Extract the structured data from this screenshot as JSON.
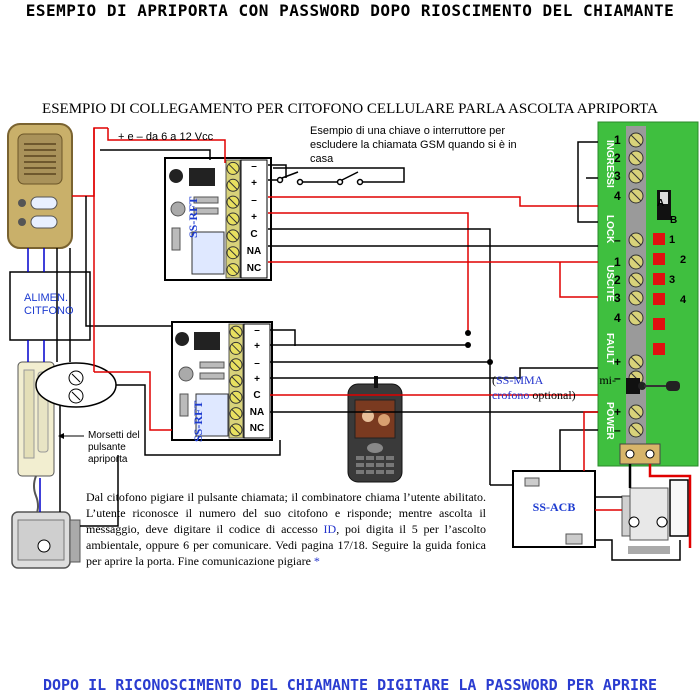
{
  "banner_top": "ESEMPIO DI APRIPORTA CON PASSWORD DOPO RIOSCIMENTO DEL CHIAMANTE",
  "subtitle": "ESEMPIO DI COLLEGAMENTO PER CITOFONO CELLULARE PARLA ASCOLTA APRIPORTA",
  "power_label": "+ e – da 6 a 12 Vcc",
  "switch_note": "Esempio di una chiave o interruttore per escludere la chiamata GSM quando si è in casa",
  "alimentatore": [
    "ALIMEN.",
    "CITFONO"
  ],
  "morsetti_label": [
    "Morsetti del",
    "pulsante",
    "apriporta"
  ],
  "module_upper": {
    "name": "SS-RFT",
    "terminals": [
      "–",
      "+",
      "–",
      "+",
      "C",
      "NA",
      "NC"
    ]
  },
  "module_lower": {
    "name": "SS-RFT",
    "terminals": [
      "–",
      "+",
      "–",
      "+",
      "C",
      "NA",
      "NC"
    ]
  },
  "acb_label": "SS-ACB",
  "mma_note": {
    "name": "SS-MMA",
    "word1": "mi-",
    "word2": "crofono",
    "word3": "optional)"
  },
  "board": {
    "sections": [
      "INGRESSI",
      "LOCK",
      "USCITE",
      "FAULT",
      "POWER"
    ],
    "terminal_numbers": [
      "1",
      "2",
      "3",
      "4",
      "–",
      "1",
      "2",
      "3",
      "4",
      "+",
      "–",
      "+",
      "–"
    ],
    "switch_labels": [
      "A",
      "B"
    ],
    "led_numbers": [
      "1",
      "2",
      "3",
      "4"
    ],
    "colors": {
      "board": "#3fbf3f",
      "terminal": "#d8d27a",
      "led": "#e01010"
    }
  },
  "description": {
    "part1": "Dal citofono pigiare il pulsante chiamata; il combinatore chiama l’utente abilitato. L’utente riconosce il numero del suo citofono e risponde; mentre ascolta il messaggio, deve digitare il codice di accesso ",
    "code": "ID",
    "part2": ", poi digita il 5 per l’ascolto ambientale, oppure 6 per comunicare. Vedi pagina 17/18. Seguire la guida fonica per aprire la porta. Fine comunicazione pigiare ",
    "star": "*"
  },
  "banner_bottom": "DOPO IL RICONOSCIMENTO DEL CHIAMANTE DIGITARE LA PASSWORD PER APRIRE"
}
